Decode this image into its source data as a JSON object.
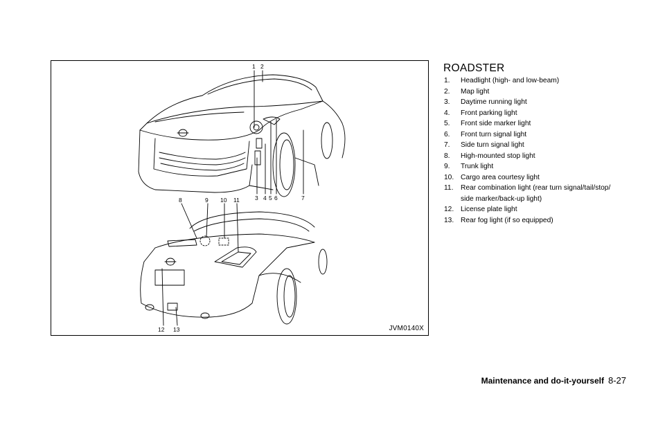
{
  "figure": {
    "code": "JVM0140X",
    "callouts": [
      "1",
      "2",
      "3",
      "4",
      "5",
      "6",
      "7",
      "8",
      "9",
      "10",
      "11",
      "12",
      "13"
    ]
  },
  "section": {
    "title": "ROADSTER",
    "items": [
      {
        "num": "1.",
        "text": "Headlight (high- and low-beam)"
      },
      {
        "num": "2.",
        "text": "Map light"
      },
      {
        "num": "3.",
        "text": "Daytime running light"
      },
      {
        "num": "4.",
        "text": "Front parking light"
      },
      {
        "num": "5.",
        "text": "Front side marker light"
      },
      {
        "num": "6.",
        "text": "Front turn signal light"
      },
      {
        "num": "7.",
        "text": "Side turn signal light"
      },
      {
        "num": "8.",
        "text": "High-mounted stop light"
      },
      {
        "num": "9.",
        "text": "Trunk light"
      },
      {
        "num": "10.",
        "text": "Cargo area courtesy light"
      },
      {
        "num": "11.",
        "text": "Rear combination light (rear turn signal/tail/stop/",
        "text2": "side marker/back-up light)"
      },
      {
        "num": "12.",
        "text": "License plate light"
      },
      {
        "num": "13.",
        "text": "Rear fog light (if so equipped)"
      }
    ]
  },
  "footer": {
    "section_title": "Maintenance and do-it-yourself",
    "page": "8-27"
  }
}
